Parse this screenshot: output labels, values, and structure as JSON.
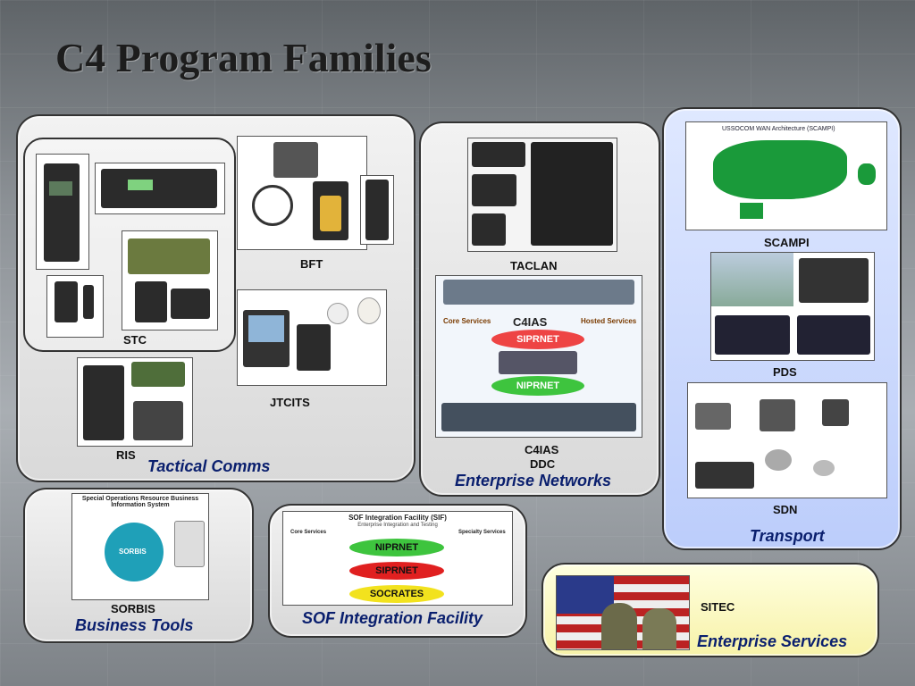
{
  "slide": {
    "title": "C4 Program Families"
  },
  "panels": {
    "tactical": {
      "category": "Tactical Comms",
      "labels": {
        "bft": "BFT",
        "stc": "STC",
        "jtcits": "JTCITS",
        "ris": "RIS"
      }
    },
    "enterprise_networks": {
      "category": "Enterprise Networks",
      "labels": {
        "taclan": "TACLAN",
        "c4ias": "C4IAS",
        "ddc": "DDC"
      },
      "c4ias_diagram": {
        "header": "C4IAS",
        "siprnet": "SIPRNET",
        "niprnet": "NIPRNET",
        "core_services": "Core Services",
        "hosted_services": "Hosted Services"
      }
    },
    "transport": {
      "category": "Transport",
      "labels": {
        "scampi": "SCAMPI",
        "pds": "PDS",
        "sdn": "SDN"
      },
      "map_title": "USSOCOM WAN Architecture (SCAMPI)"
    },
    "business": {
      "category": "Business Tools",
      "labels": {
        "sorbis": "SORBIS"
      },
      "poster_title": "Special Operations Resource Business Information System",
      "poster_center": "SORBIS"
    },
    "sif": {
      "category": "SOF Integration Facility",
      "diagram_title": "SOF Integration Facility (SIF)",
      "diagram_subtitle": "Enterprise Integration and Testing",
      "col_left": "Core Services",
      "col_right": "Specialty Services",
      "ovals": [
        "NIPRNET",
        "SIPRNET",
        "SOCRATES"
      ]
    },
    "enterprise_services": {
      "category": "Enterprise Services",
      "labels": {
        "sitec": "SITEC"
      }
    }
  },
  "colors": {
    "category_text": "#0a1f6e",
    "niprnet": "#3ec43e",
    "siprnet": "#e02020",
    "socrates": "#f2e21e",
    "map_land": "#1a9a3a"
  }
}
